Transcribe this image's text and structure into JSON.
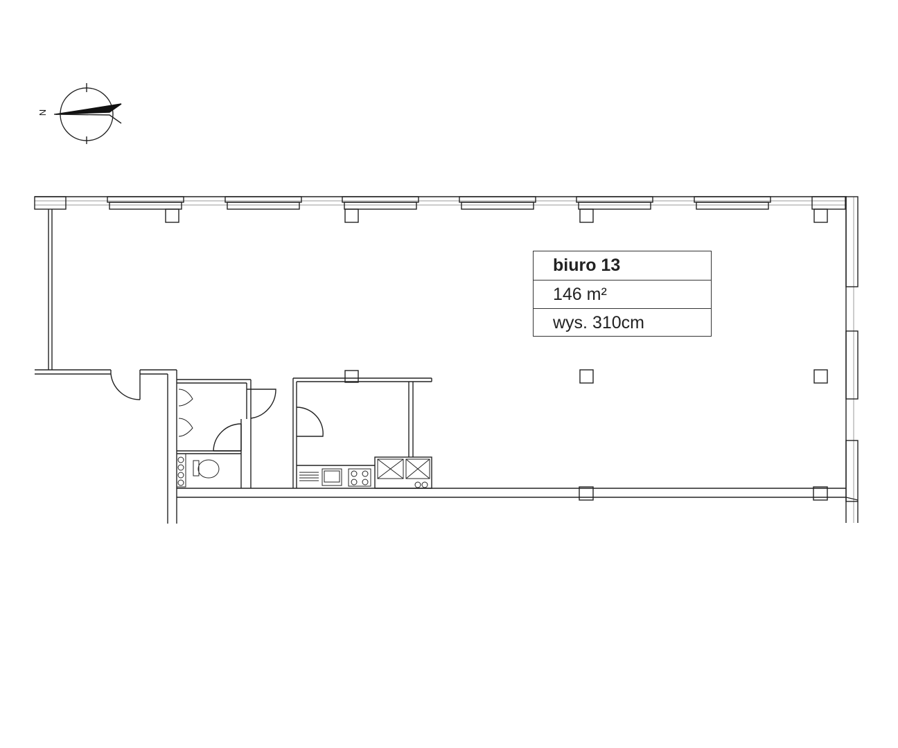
{
  "compass": {
    "north_label": "N"
  },
  "room_label": {
    "name": "biuro 13",
    "area": "146 m²",
    "height": "wys. 310cm"
  }
}
